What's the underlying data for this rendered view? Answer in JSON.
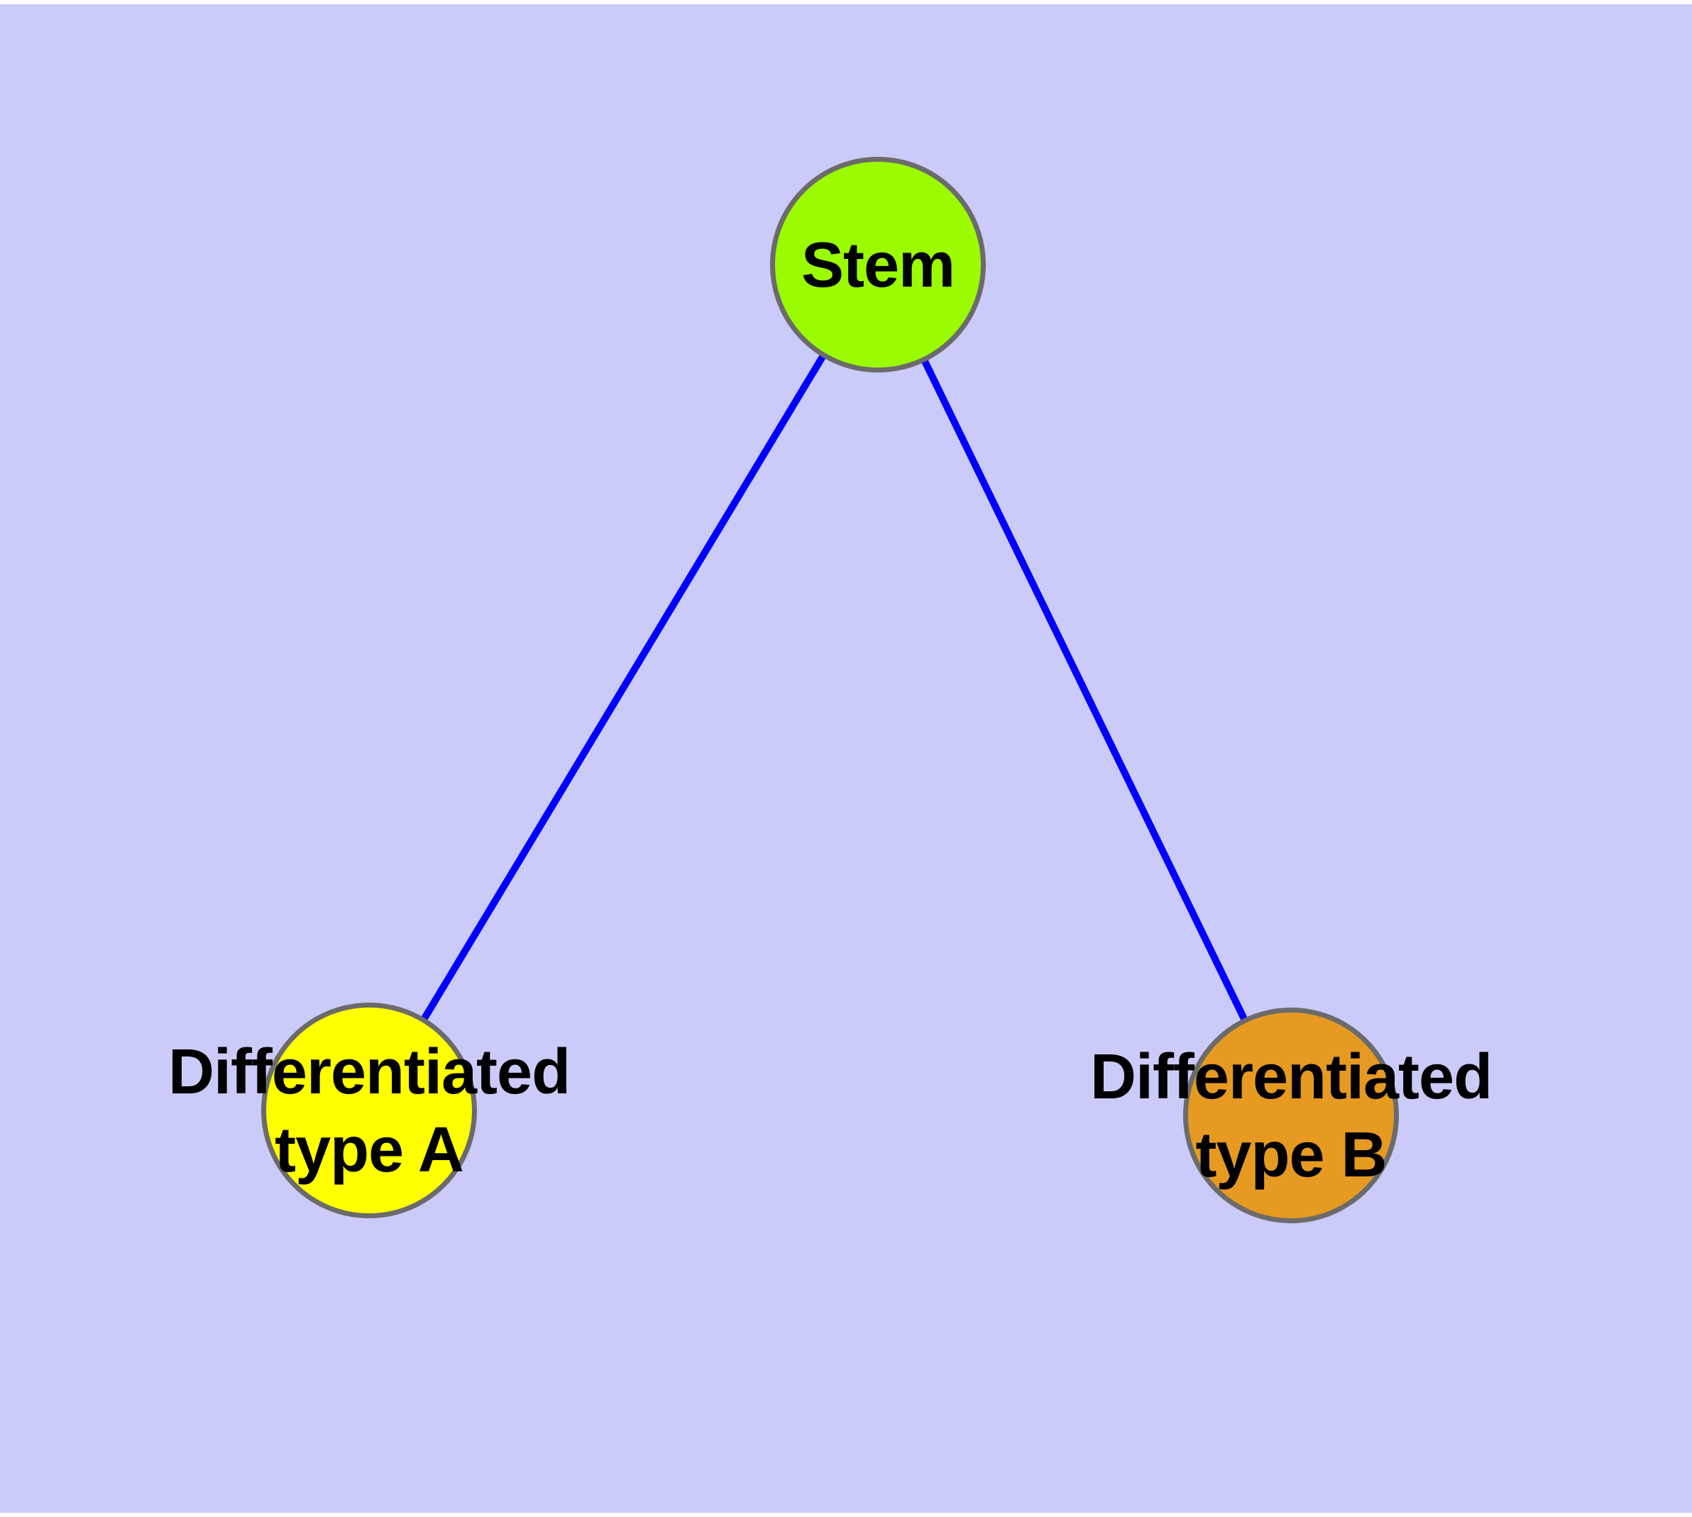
{
  "diagram": {
    "type": "graph",
    "background_color": "#cbcbf9",
    "page_margin_color": "#ffffff",
    "edge_color": "#0000ff",
    "node_border_color": "#6b6b6b",
    "nodes": [
      {
        "id": "stem",
        "label": "Stem",
        "label_lines": [
          "Stem"
        ],
        "fill": "#9bfb00",
        "position": "top-center"
      },
      {
        "id": "type-a",
        "label": "Differentiated type A",
        "line1": "Differentiated",
        "line2": "type A",
        "fill": "#ffff00",
        "position": "bottom-left"
      },
      {
        "id": "type-b",
        "label": "Differentiated type B",
        "line1": "Differentiated",
        "line2": "type B",
        "fill": "#e69a21",
        "position": "bottom-right"
      }
    ],
    "edges": [
      {
        "from": "stem",
        "to": "type-a"
      },
      {
        "from": "stem",
        "to": "type-b"
      }
    ]
  }
}
